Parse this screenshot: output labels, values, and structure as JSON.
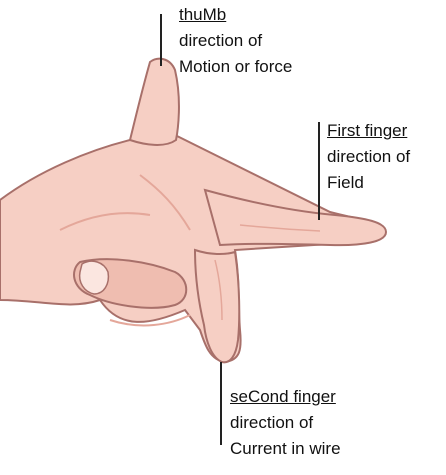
{
  "labels": {
    "thumb": {
      "head": "thuMb",
      "line1": "direction of",
      "line2": "Motion or force"
    },
    "first": {
      "head": "First finger",
      "line1": "direction of",
      "line2": "Field"
    },
    "second": {
      "head": "seCond finger",
      "line1": "direction of",
      "line2": "Current  in wire"
    }
  },
  "colors": {
    "skin": "#f6cfc4",
    "skin_shadow": "#e4a79a",
    "outline": "#a8706a",
    "nail": "#fbe6e0",
    "leader": "#222222"
  }
}
